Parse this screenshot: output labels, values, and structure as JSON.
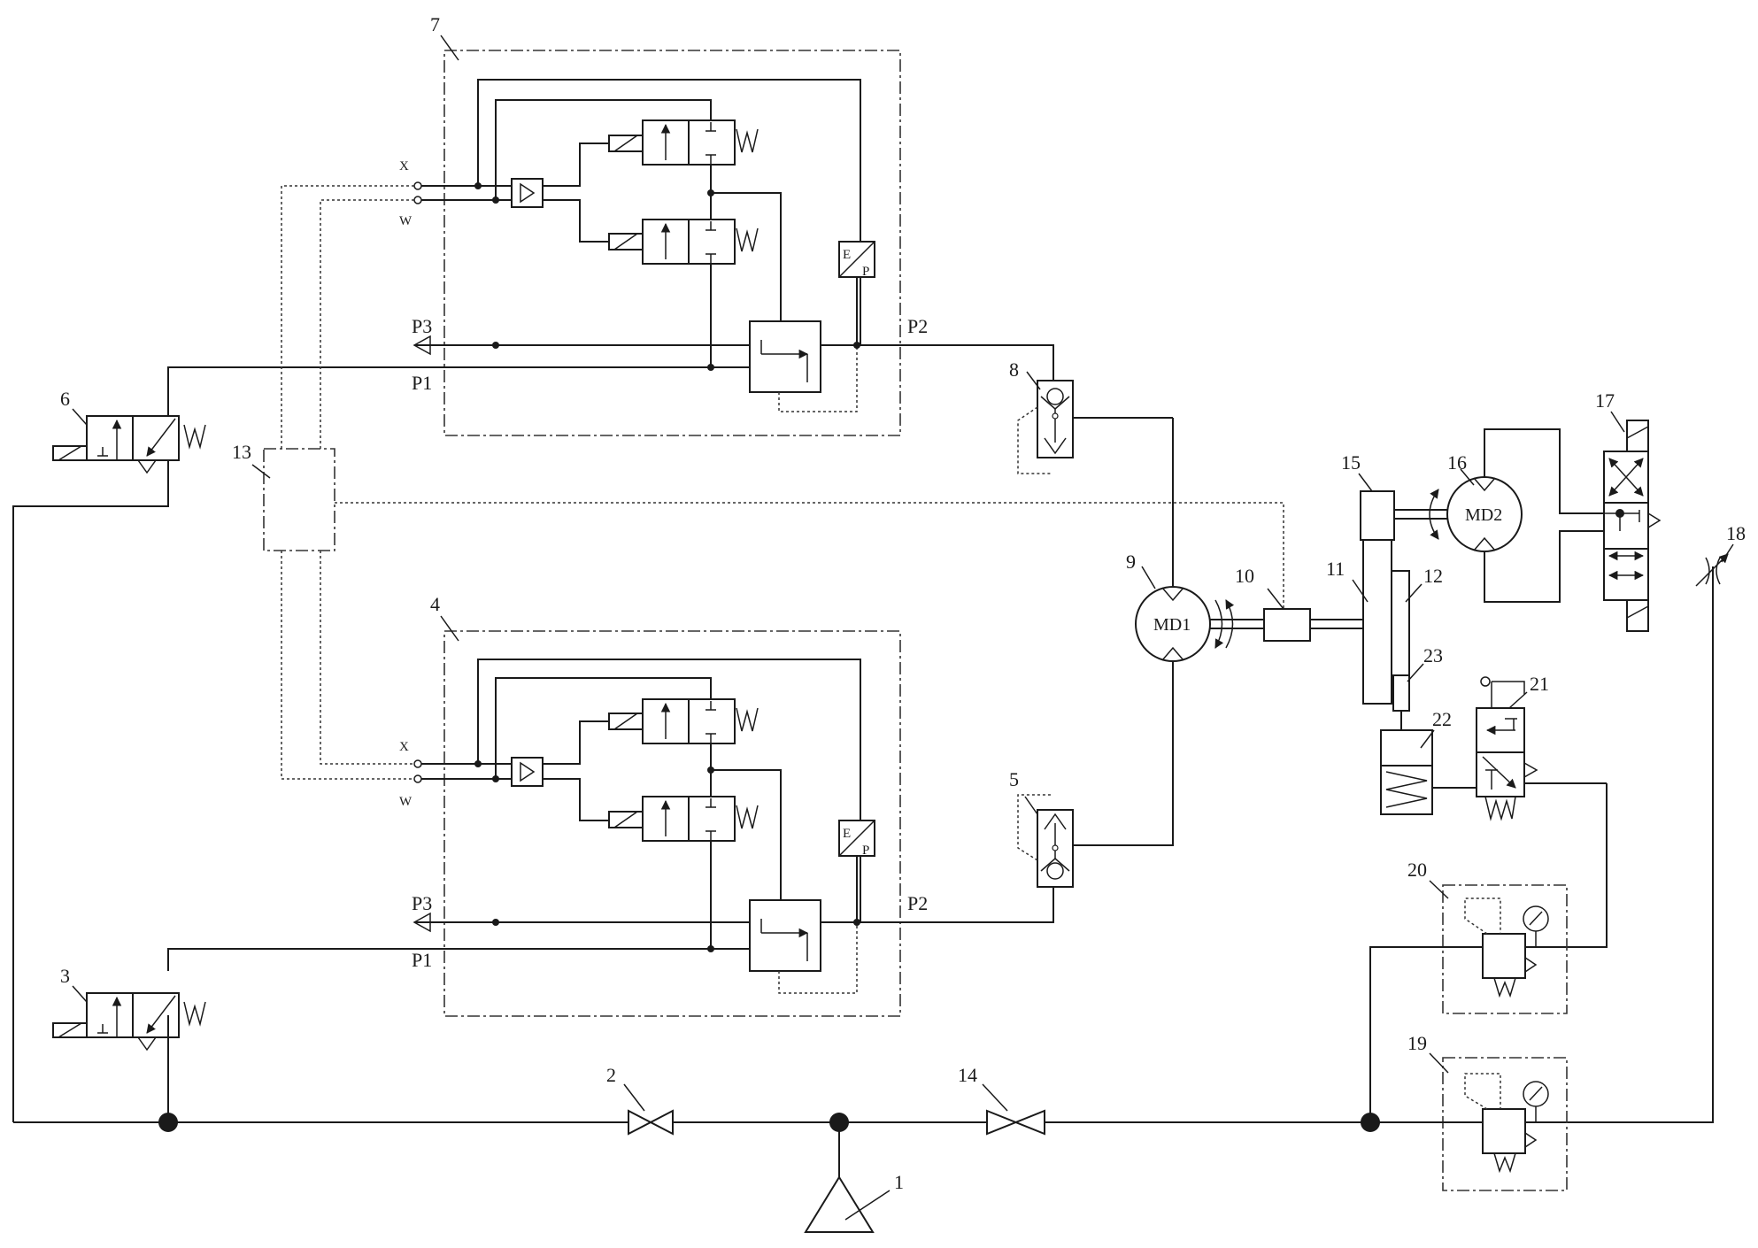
{
  "labels": {
    "n1": "1",
    "n2": "2",
    "n3": "3",
    "n4": "4",
    "n5": "5",
    "n6": "6",
    "n7": "7",
    "n8": "8",
    "n9": "9",
    "n10": "10",
    "n11": "11",
    "n12": "12",
    "n13": "13",
    "n14": "14",
    "n15": "15",
    "n16": "16",
    "n17": "17",
    "n18": "18",
    "n19": "19",
    "n20": "20",
    "n21": "21",
    "n22": "22",
    "n23": "23"
  },
  "ports": {
    "x": "X",
    "w": "W",
    "p1": "P1",
    "p2": "P2",
    "p3": "P3",
    "ep_e": "E",
    "ep_p": "P"
  },
  "motors": {
    "md1": "MD1",
    "md2": "MD2"
  }
}
